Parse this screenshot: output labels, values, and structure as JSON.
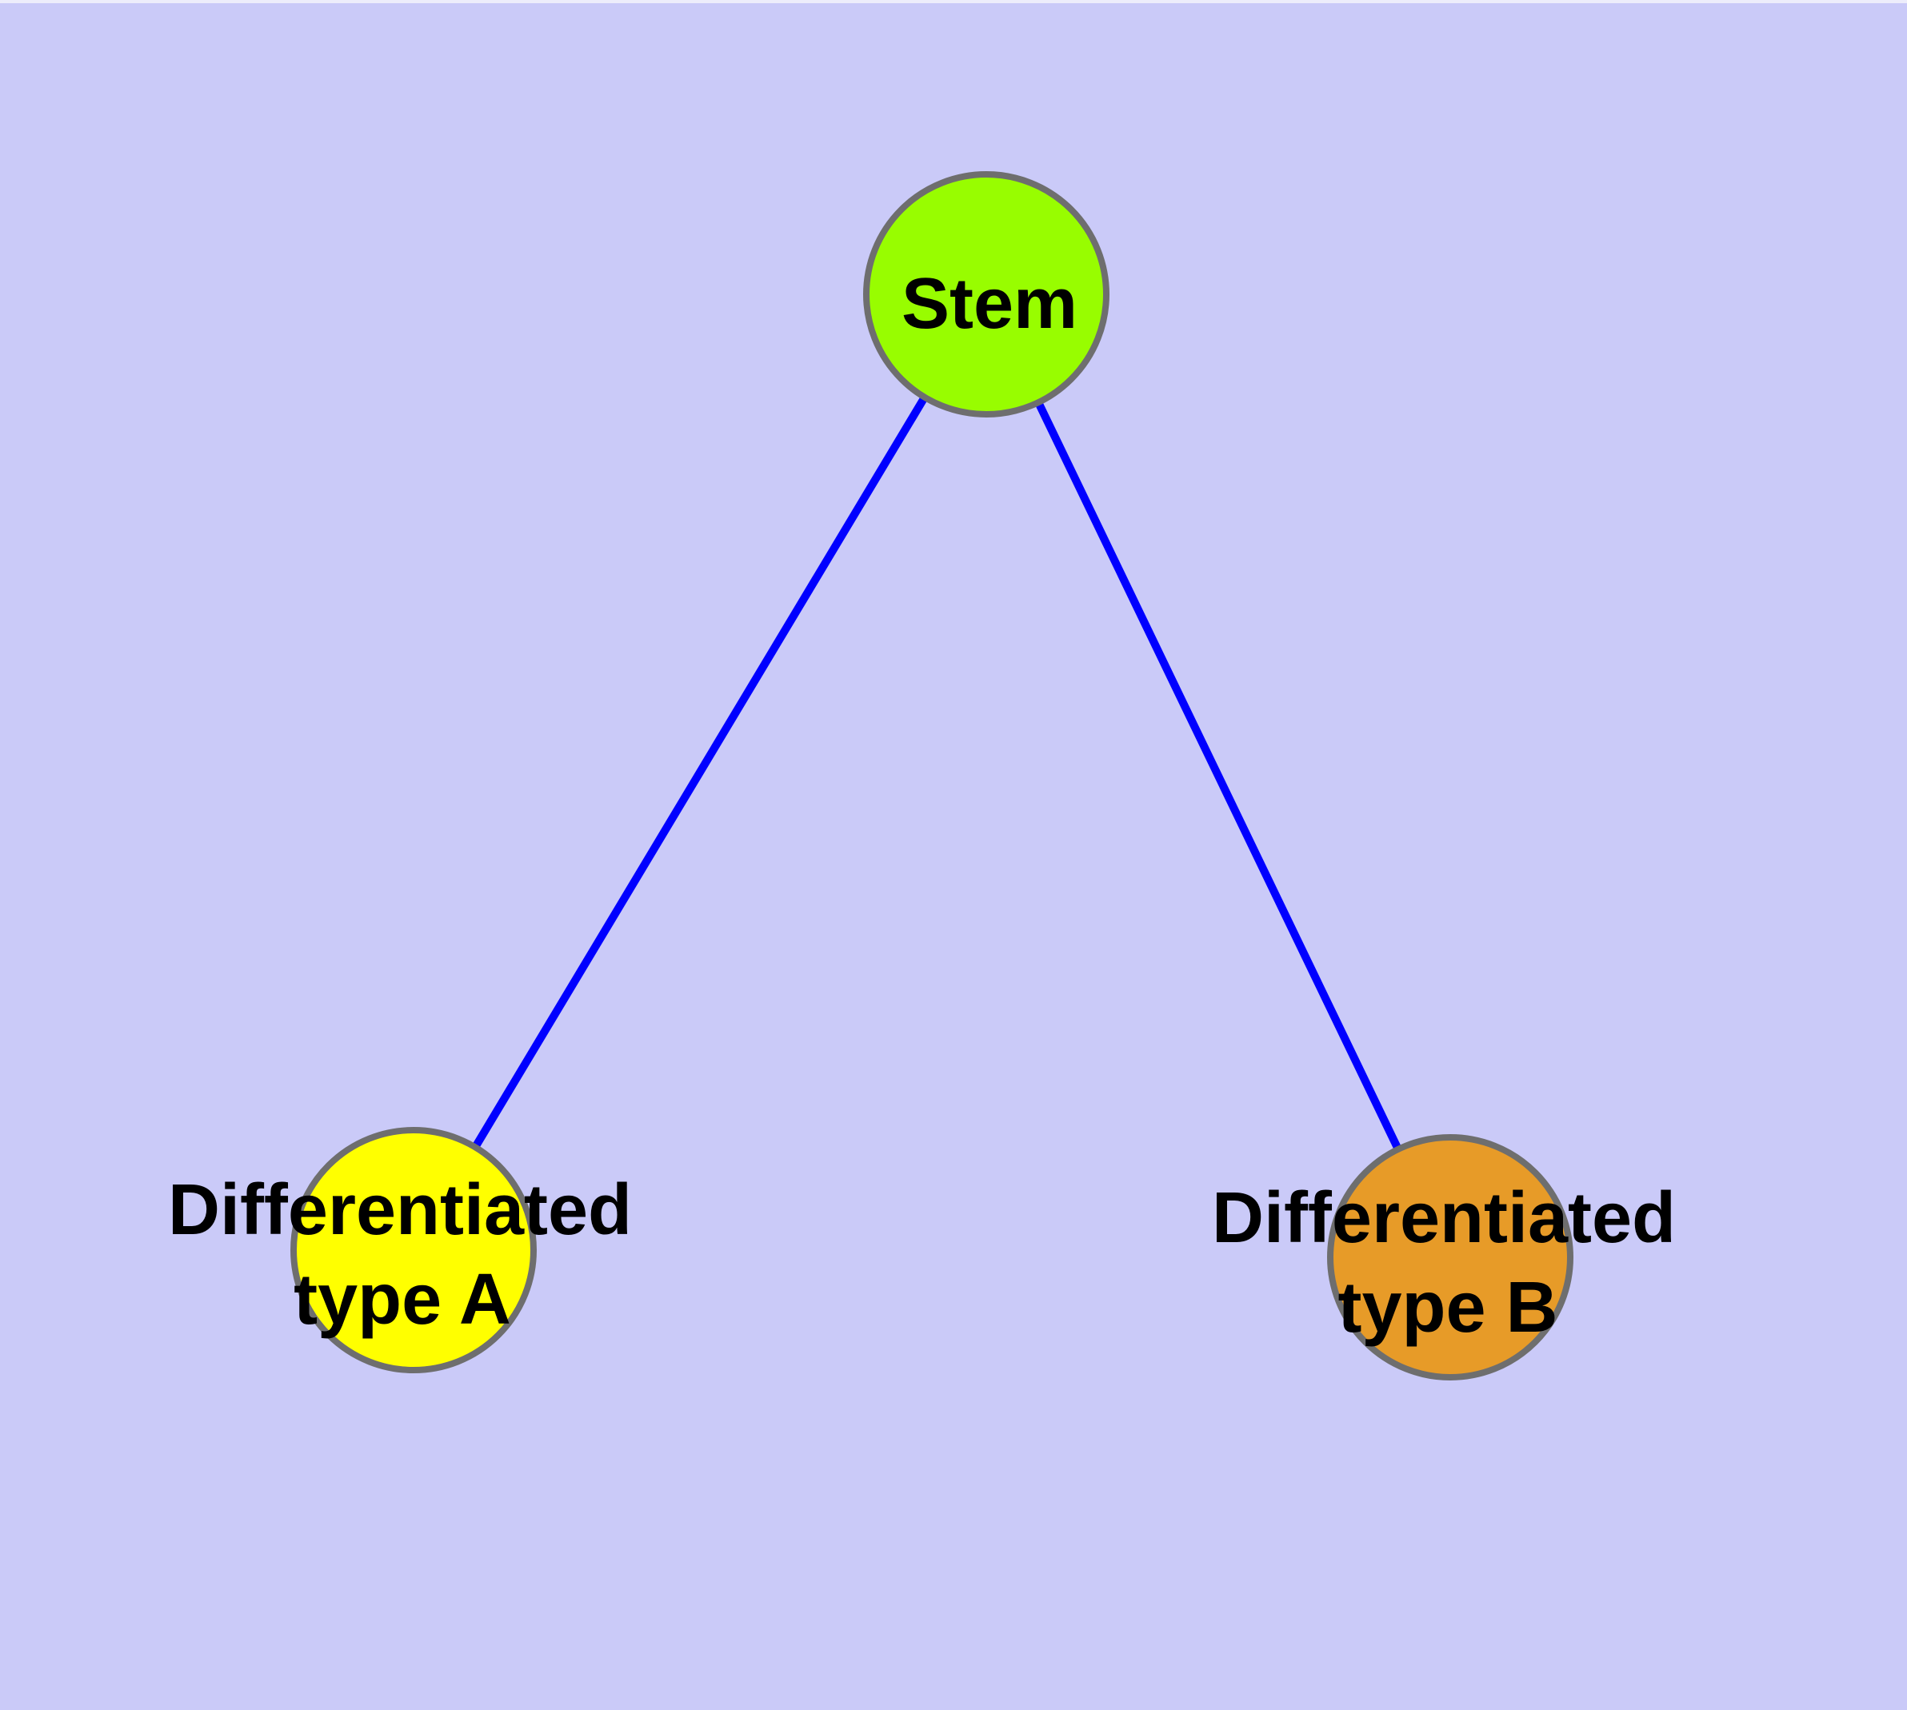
{
  "diagram": {
    "description": "Graph of a stem cell node differentiating into two cell types",
    "colors": {
      "background": "#CACAF8",
      "top_edge_highlight": "#EDEDFB",
      "edge": "#0000FF",
      "node_border": "#6E6E6E",
      "label_text": "#000000"
    },
    "nodes": {
      "stem": {
        "label": "Stem",
        "fill": "#98FD00"
      },
      "type_a": {
        "label_line1": "Differentiated",
        "label_line2": "type A",
        "fill": "#FFFF00"
      },
      "type_b": {
        "label_line1": "Differentiated",
        "label_line2": "type B",
        "fill": "#E79B28"
      }
    },
    "edges": [
      {
        "from": "Stem",
        "to": "Differentiated type A"
      },
      {
        "from": "Stem",
        "to": "Differentiated type B"
      }
    ]
  }
}
